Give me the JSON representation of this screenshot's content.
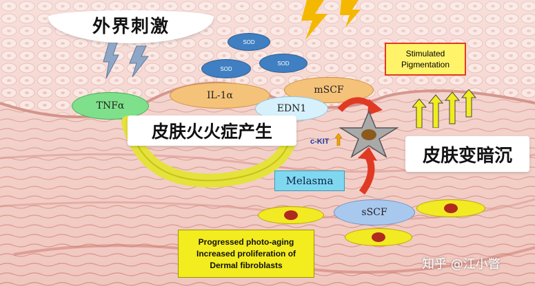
{
  "labels": {
    "external_stimulus": "外界刺激",
    "inflammation": "皮肤火火症产生",
    "skin_darkening": "皮肤变暗沉",
    "stimulated_pigmentation": "Stimulated Pigmentation",
    "c_kit": "c-KIT",
    "melasma": "Melasma",
    "photoaging_note": [
      "Progressed photo-aging",
      "Increased proliferation of",
      "Dermal fibroblasts"
    ],
    "watermark": "知乎 @江小瞥"
  },
  "molecules": {
    "tnfa": "TNFα",
    "il1a": "IL-1α",
    "edn1": "EDN1",
    "mscf": "mSCF",
    "sscf": "sSCF",
    "sod1": "SOD",
    "sod2": "SOD",
    "sod3": "SOD"
  },
  "colors": {
    "tnfa": "#7ee08a",
    "il1a": "#f5c27a",
    "edn1": "#d6f1fb",
    "mscf": "#f5c27a",
    "sscf": "#a9c8ee",
    "melasma_box": "#7fd8f0",
    "note_box": "#f3ec1f",
    "lightning": "#f5b800",
    "arrow_red": "#e03a24"
  }
}
